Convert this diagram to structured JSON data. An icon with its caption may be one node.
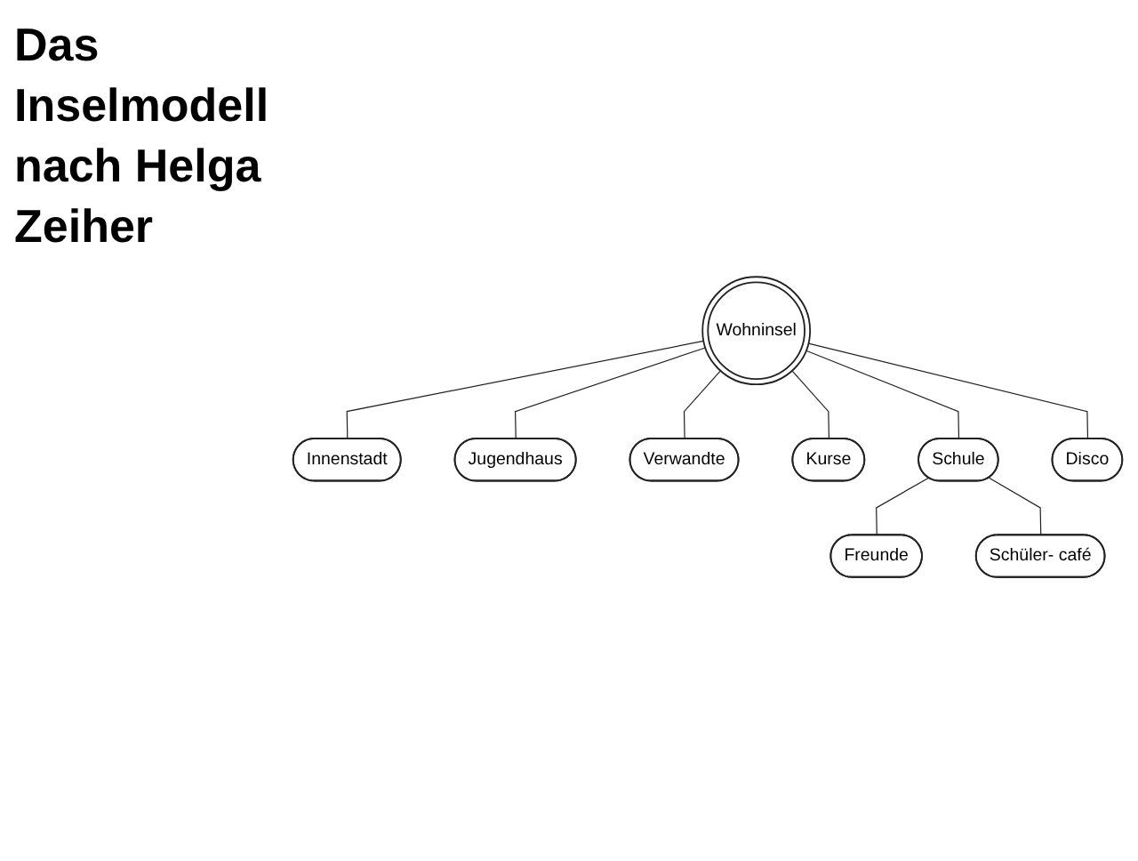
{
  "diagram": {
    "title": "Das Inselmodell nach Helga Zeiher",
    "nodes": [
      {
        "text": [
          "Wohninsel"
        ]
      },
      {
        "text": [
          "Innenstadt"
        ]
      },
      {
        "text": [
          "Jugendhaus"
        ]
      },
      {
        "text": [
          "Verwandte"
        ]
      },
      {
        "text": [
          "Kurse"
        ]
      },
      {
        "text": [
          "Schule"
        ]
      },
      {
        "text": [
          "Freunde"
        ]
      },
      {
        "text": [
          "Schüler- café"
        ]
      },
      {
        "text": [
          "Disco"
        ]
      }
    ],
    "edges": [
      {
        "from": 0,
        "to": 1,
        "arrow": "none"
      },
      {
        "from": 0,
        "to": 2,
        "arrow": "none"
      },
      {
        "from": 0,
        "to": 3,
        "arrow": "none"
      },
      {
        "from": 0,
        "to": 4,
        "arrow": "none"
      },
      {
        "from": 0,
        "to": 5,
        "arrow": "none"
      },
      {
        "from": 0,
        "to": 8,
        "arrow": "none"
      },
      {
        "from": 5,
        "to": 6,
        "arrow": "none"
      },
      {
        "from": 5,
        "to": 7,
        "arrow": "none"
      }
    ]
  }
}
